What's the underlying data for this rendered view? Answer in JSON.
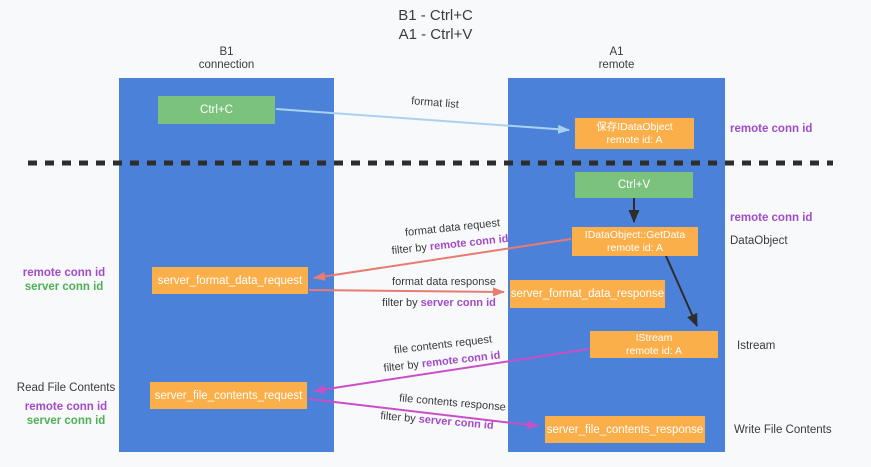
{
  "title": {
    "line1": "B1 - Ctrl+C",
    "line2": "A1 - Ctrl+V"
  },
  "lanes": {
    "left": {
      "name": "B1",
      "role": "connection"
    },
    "right": {
      "name": "A1",
      "role": "remote"
    }
  },
  "nodes": {
    "ctrl_c": {
      "label": "Ctrl+C"
    },
    "save_dataobject": {
      "line1": "保存IDataObject",
      "line2": "remote id: A"
    },
    "ctrl_v": {
      "label": "Ctrl+V"
    },
    "getdata": {
      "line1": "IDataObject::GetData",
      "line2": "remote id: A"
    },
    "server_format_data_request": {
      "label": "server_format_data_request"
    },
    "server_format_data_response": {
      "label": "server_format_data_response"
    },
    "istream": {
      "line1": "IStream",
      "line2": "remote id: A"
    },
    "server_file_contents_request": {
      "label": "server_file_contents_request"
    },
    "server_file_contents_response": {
      "label": "server_file_contents_response"
    }
  },
  "flows": {
    "format_list": {
      "label": "format list"
    },
    "format_data_request": {
      "label": "format data request",
      "filter_prefix": "filter by ",
      "filter_value": "remote conn id"
    },
    "format_data_response": {
      "label": "format data response",
      "filter_prefix": "filter by ",
      "filter_value": "server conn id"
    },
    "file_contents_request": {
      "label": "file contents request",
      "filter_prefix": "filter by ",
      "filter_value": "remote conn id"
    },
    "file_contents_response": {
      "label": "file contents response",
      "filter_prefix": "filter by ",
      "filter_value": "server conn id"
    }
  },
  "left_annotations": {
    "format_ids": {
      "remote": "remote conn id",
      "server": "server conn id"
    },
    "read_file": {
      "title": "Read File Contents",
      "remote": "remote conn id",
      "server": "server conn id"
    }
  },
  "right_annotations": {
    "clipboard_conn": "remote conn id",
    "paste_conn": "remote conn id",
    "dataobject": "DataObject",
    "istream": "Istream",
    "write_file": "Write File Contents"
  },
  "colors": {
    "lane_blue": "#4b81d8",
    "node_green": "#7bc37c",
    "node_orange": "#faaf4a",
    "arrow_light_blue": "#a9d2f0",
    "arrow_red": "#e87b72",
    "arrow_magenta": "#c94fc9",
    "arrow_black": "#2d2d2d",
    "text_purple": "#a24bc8",
    "text_green": "#4db056"
  }
}
